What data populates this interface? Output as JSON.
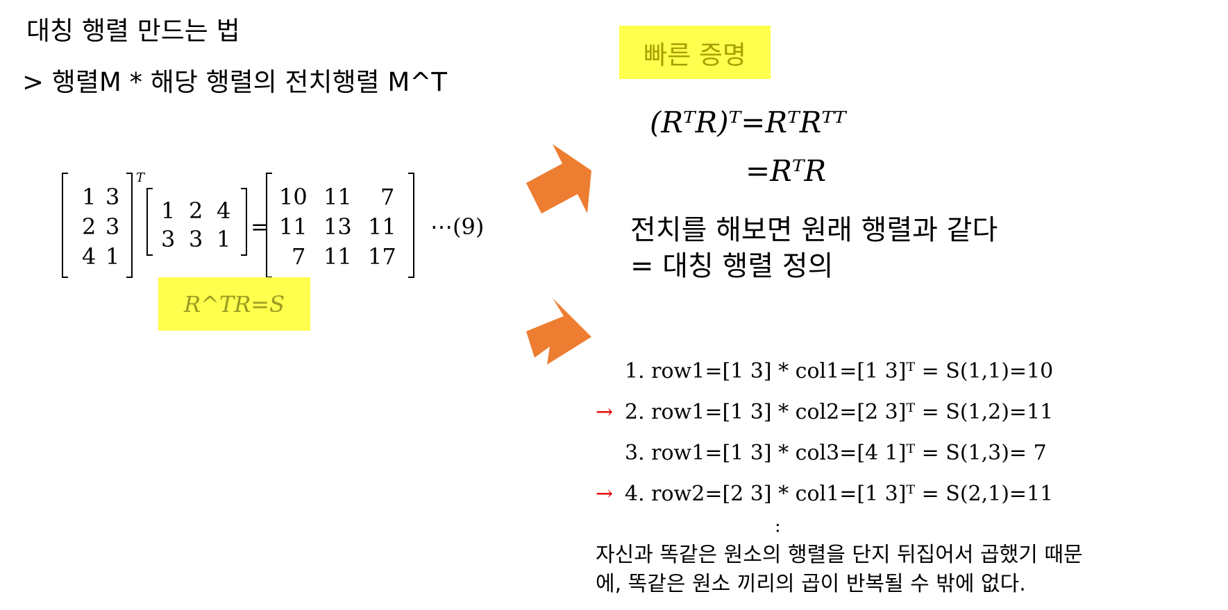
{
  "title": "대칭 행렬 만드는 법",
  "subtitle": "> 행렬M * 해당 행렬의 전치행렬 M^T",
  "matrix_equation": {
    "a": [
      [
        "1",
        "3"
      ],
      [
        "2",
        "3"
      ],
      [
        "4",
        "1"
      ]
    ],
    "a_sup": "T",
    "b": [
      [
        "1",
        "2",
        "4"
      ],
      [
        "3",
        "3",
        "1"
      ]
    ],
    "equals": "=",
    "c": [
      [
        "10",
        "11",
        "7"
      ],
      [
        "11",
        "13",
        "11"
      ],
      [
        "7",
        "11",
        "17"
      ]
    ],
    "label": "⋯(9)",
    "caption": "R^TR=S"
  },
  "proof": {
    "heading": "빠른 증명",
    "line1": "(RᵀR)ᵀ=RᵀRᵀᵀ",
    "line2": "=RᵀR",
    "conclusion1": "전치를 해보면 원래 행렬과 같다",
    "conclusion2": "= 대칭 행렬 정의"
  },
  "rows": [
    {
      "marker": "",
      "text": "1.  row1=[1  3]  *  col1=[1  3]ᵀ  =  S(1,1)=10"
    },
    {
      "marker": "→",
      "text": "2.  row1=[1  3]  *  col2=[2  3]ᵀ  =  S(1,2)=11"
    },
    {
      "marker": "",
      "text": "3.  row1=[1  3]  *  col3=[4  1]ᵀ  =  S(1,3)=  7"
    },
    {
      "marker": "→",
      "text": "4.  row2=[2  3]  *  col1=[1  3]ᵀ  =  S(2,1)=11"
    }
  ],
  "ellipsis": ":",
  "note": {
    "line1": "자신과 똑같은 원소의 행렬을 단지 뒤집어서 곱했기 때문",
    "line2": "에, 똑같은 원소 끼리의 곱이 반복될 수 밖에 없다."
  },
  "colors": {
    "arrow_orange": "#ed7d31",
    "highlight": "#ffff4d",
    "red_arrow": "#e00000"
  }
}
